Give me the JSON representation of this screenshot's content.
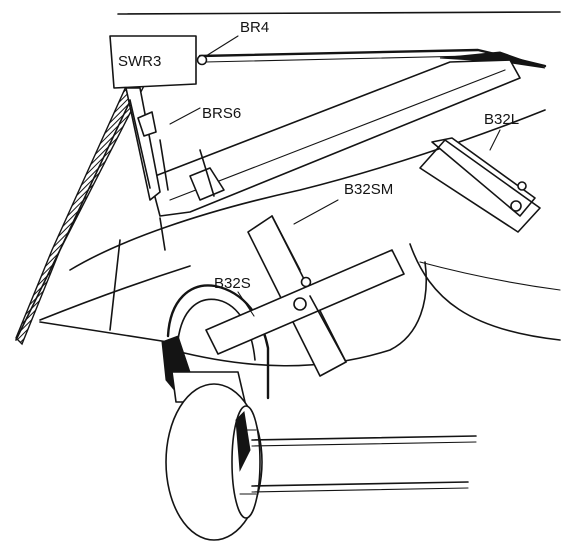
{
  "labels": {
    "br4": "BR4",
    "swr3": "SWR3",
    "brs6": "BRS6",
    "b32l": "B32L",
    "b32sm": "B32SM",
    "b32s": "B32S"
  }
}
